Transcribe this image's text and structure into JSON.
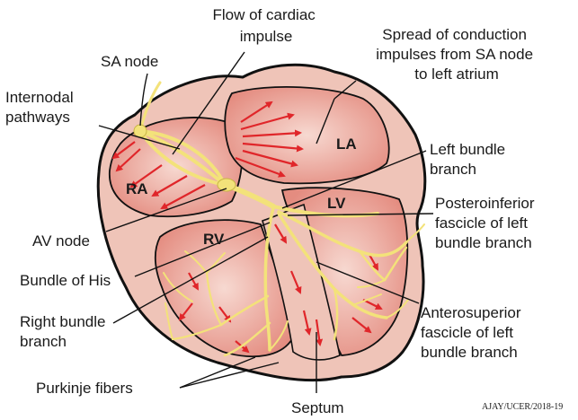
{
  "labels": {
    "flow_of_cardiac_impulse": [
      "Flow of cardiac",
      "impulse"
    ],
    "spread_of_conduction": [
      "Spread of conduction",
      "impulses from SA node",
      "to left atrium"
    ],
    "sa_node": "SA node",
    "internodal_pathways": [
      "Internodal",
      "pathways"
    ],
    "left_bundle_branch": [
      "Left bundle",
      "branch"
    ],
    "posteroinferior_fascicle": [
      "Posteroinferior",
      "fascicle of left",
      "bundle branch"
    ],
    "av_node": "AV node",
    "bundle_of_his": "Bundle of His",
    "right_bundle_branch": [
      "Right bundle",
      "branch"
    ],
    "anterosuperior_fascicle": [
      "Anterosuperior",
      "fascicle of left",
      "bundle branch"
    ],
    "purkinje_fibers": "Purkinje fibers",
    "septum": "Septum"
  },
  "chambers": {
    "ra": "RA",
    "la": "LA",
    "rv": "RV",
    "lv": "LV"
  },
  "credit": "AJAY/UCER/2018-19",
  "colors": {
    "heart_fill": "#efc4b8",
    "chamber_fill": "#e79a8f",
    "outline": "#111111",
    "conduction": "#f3e27a",
    "arrow": "#e0262a"
  }
}
